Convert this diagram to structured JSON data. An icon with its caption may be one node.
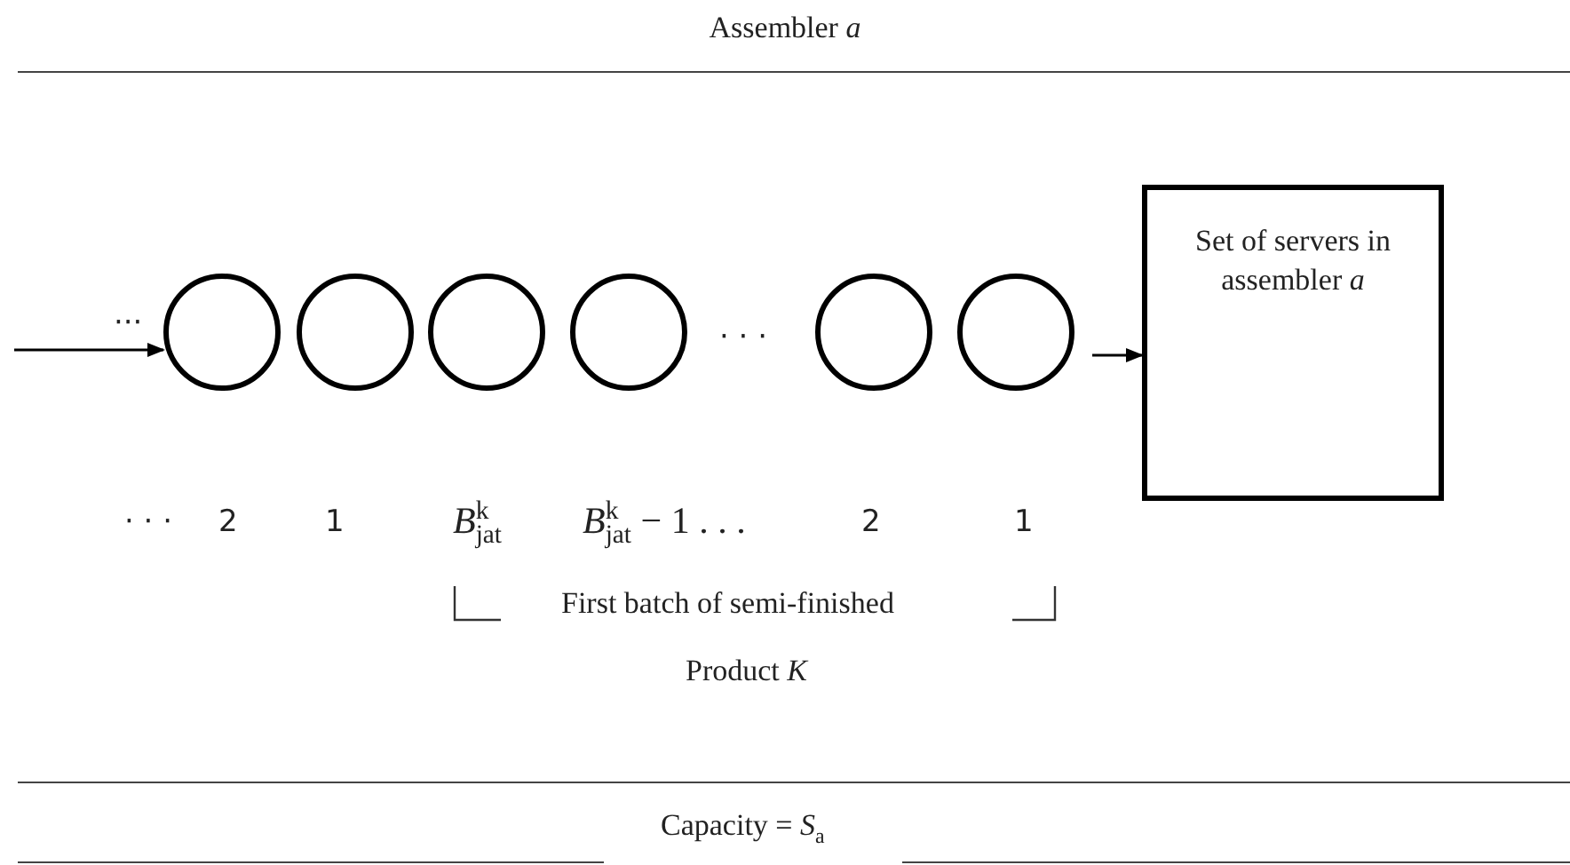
{
  "diagram": {
    "title": "Assembler *a*",
    "nodes": [
      {
        "text": [],
        "shape": "circle"
      },
      {
        "text": [],
        "shape": "circle"
      },
      {
        "text": [],
        "shape": "circle"
      },
      {
        "text": [],
        "shape": "circle"
      },
      {
        "text": [],
        "shape": "circle"
      },
      {
        "text": [],
        "shape": "circle"
      },
      {
        "text": [
          "Set of servers in assembler *a*"
        ]
      }
    ],
    "edges": [
      {
        "from": null,
        "to": 0,
        "arrow": "to"
      },
      {
        "from": 5,
        "to": 6,
        "arrow": "to"
      }
    ],
    "labels": [
      "···",
      "· · ·",
      "· · ·",
      "2",
      "1",
      "*B*$^{k}$$_{jat}$",
      "*B*$^{k}$$_{jat}$ − 1 . . .",
      "2",
      "1",
      "First batch of semi-finished",
      "Product *K*",
      "Capacity = *S*$_{a}$"
    ]
  }
}
